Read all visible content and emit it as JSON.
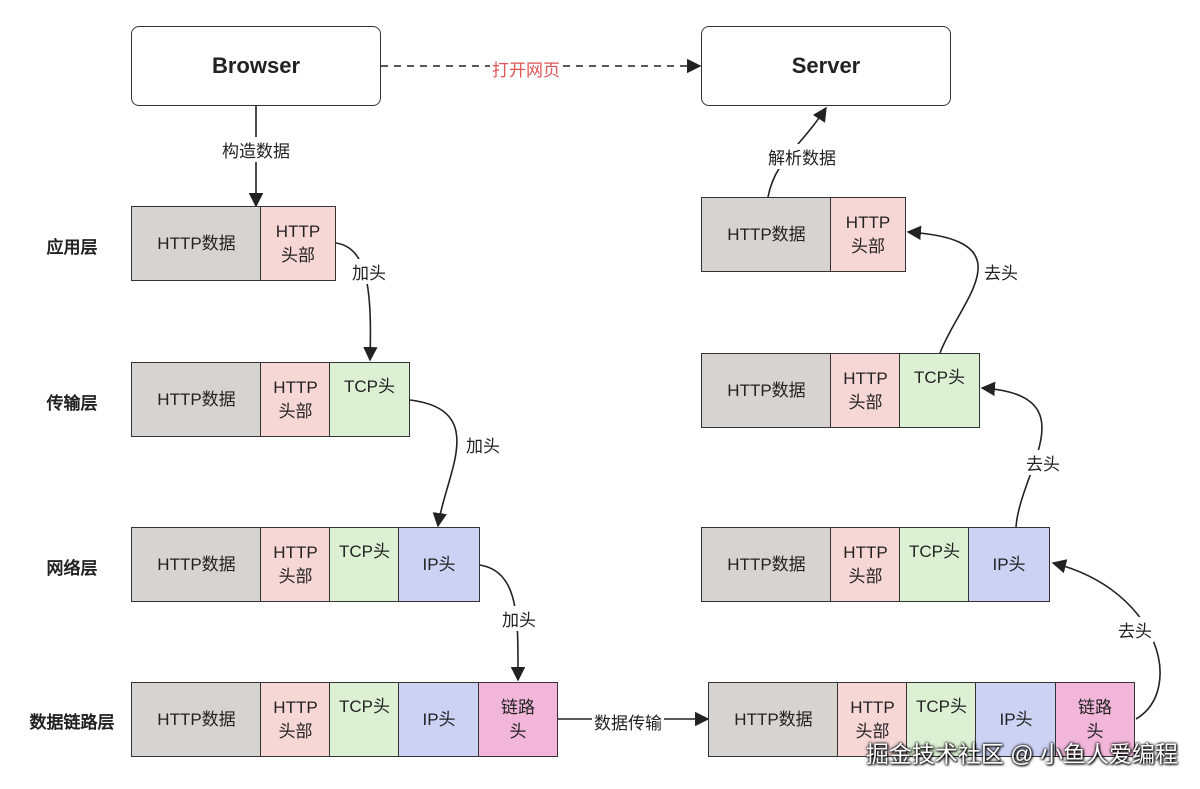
{
  "browser": "Browser",
  "server": "Server",
  "open_page": "打开网页",
  "construct_data": "构造数据",
  "parse_data": "解析数据",
  "add_header": "加头",
  "remove_header": "去头",
  "data_transfer": "数据传输",
  "layers": [
    "应用层",
    "传输层",
    "网络层",
    "数据链路层"
  ],
  "segments": {
    "data": "HTTP数据",
    "http": "HTTP\n头部",
    "tcp": "TCP头",
    "ip": "IP头",
    "link": "链路\n头"
  },
  "watermark": "掘金技术社区 @ 小鱼人爱编程",
  "colors": {
    "data": "#d7d3d0",
    "http": "#f7d6d6",
    "tcp": "#dcf1d4",
    "ip": "#ccd2f4",
    "link": "#f2b6da",
    "dashed_label": "#e05555"
  }
}
